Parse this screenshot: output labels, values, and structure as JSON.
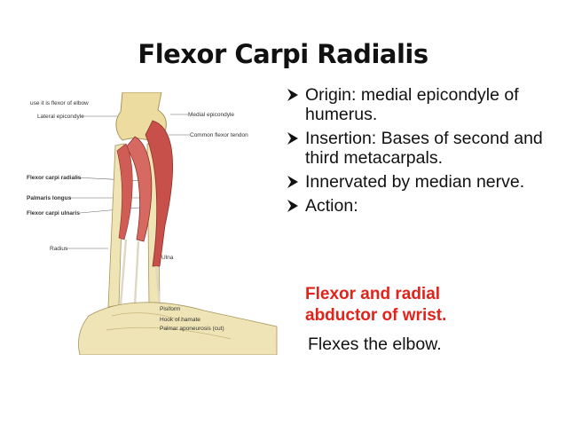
{
  "title": "Flexor Carpi Radialis",
  "figure": {
    "labels": [
      "use it is flexor of elbow",
      "Lateral epicondyle",
      "Medial epicondyle",
      "Common flexor tendon",
      "Flexor carpi radialis",
      "Palmaris longus",
      "Flexor carpi ulnaris",
      "Radius",
      "Ulna",
      "Pisiform",
      "Hook of hamate",
      "Palmar aponeurosis (cut)"
    ]
  },
  "bullets": [
    "Origin: medial epicondyle of humerus.",
    "Insertion:  Bases of second and third metacarpals.",
    "Innervated by median nerve.",
    "Action:"
  ],
  "action": {
    "red_line_1": "Flexor  and radial",
    "red_line_2": "abductor of wrist.",
    "plain_line": "Flexes the elbow."
  },
  "colors": {
    "accent_red": "#e2231a",
    "muscle": "#c8504a",
    "bone": "#eee0a8"
  }
}
